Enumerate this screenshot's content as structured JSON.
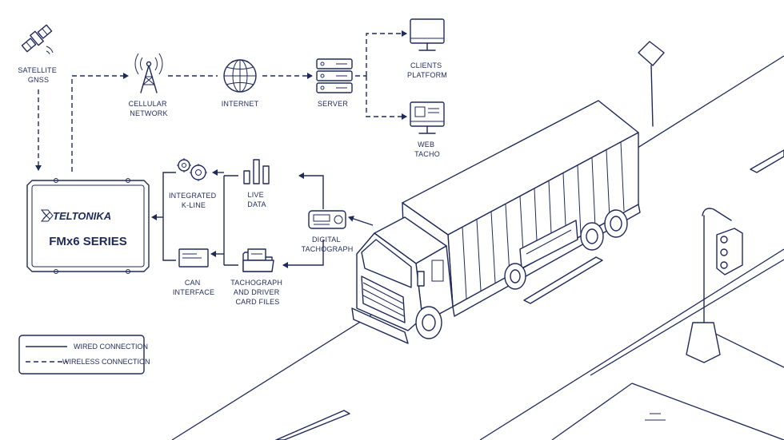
{
  "nodes": {
    "satellite": [
      "SATELLITE",
      "GNSS"
    ],
    "cellular": [
      "CELLULAR",
      "NETWORK"
    ],
    "internet": [
      "INTERNET"
    ],
    "server": [
      "SERVER"
    ],
    "clients": [
      "CLIENTS",
      "PLATFORM"
    ],
    "web_tacho": [
      "WEB",
      "TACHO"
    ],
    "integrated": [
      "INTEGRATED",
      "K-LINE"
    ],
    "live_data": [
      "LIVE",
      "DATA"
    ],
    "digital_tacho": [
      "DIGITAL",
      "TACHOGRAPH"
    ],
    "can": [
      "CAN",
      "INTERFACE"
    ],
    "tacho_files": [
      "TACHOGRAPH",
      "AND DRIVER",
      "CARD FILES"
    ]
  },
  "device": {
    "brand": "TELTONIKA",
    "model": "FMx6 SERIES"
  },
  "legend": {
    "wired": "WIRED CONNECTION",
    "wireless": "WIRELESS CONNECTION"
  },
  "icons": [
    "satellite-icon",
    "cell-tower-icon",
    "globe-icon",
    "server-icon",
    "monitor-icon",
    "web-tacho-icon",
    "gears-icon",
    "bar-chart-icon",
    "tachograph-icon",
    "can-window-icon",
    "folder-icon",
    "truck-illustration",
    "traffic-light-icon",
    "street-lamp-icon"
  ],
  "colors": {
    "ink": "#1f2a5c",
    "background": "#ffffff"
  }
}
